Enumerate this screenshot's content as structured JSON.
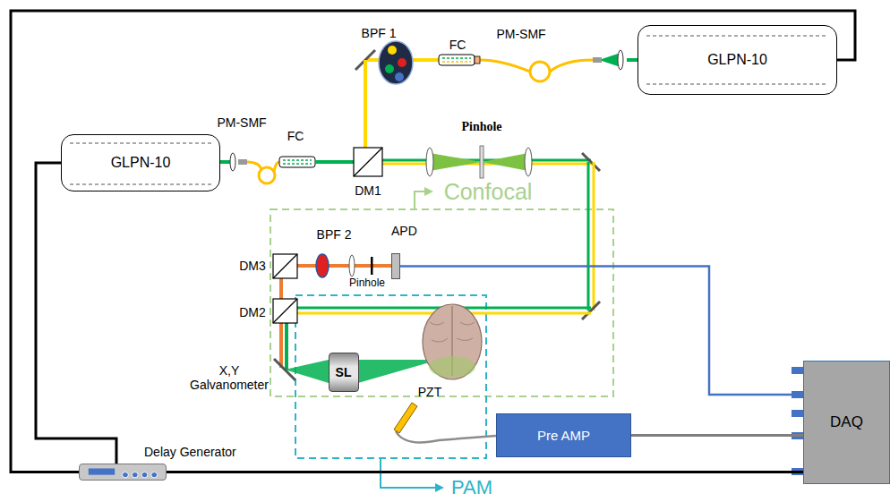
{
  "diagram": {
    "nodes": [
      {
        "text": [
          "GLPN-10"
        ]
      },
      {
        "text": [
          "GLPN-10"
        ]
      },
      {
        "text": [
          "APD"
        ]
      },
      {
        "text": [
          "SL"
        ]
      },
      {
        "text": [
          "Delay Generator"
        ]
      },
      {
        "text": [
          "Pre AMP"
        ]
      },
      {
        "text": [
          "DAQ"
        ]
      }
    ],
    "edges": [
      {
        "from": 4,
        "to": 1,
        "arrow": "none"
      },
      {
        "from": 4,
        "to": 0,
        "arrow": "none"
      },
      {
        "from": 4,
        "to": 6,
        "arrow": "none"
      },
      {
        "from": 2,
        "to": 6,
        "arrow": "none"
      },
      {
        "from": 5,
        "to": 6,
        "arrow": "none"
      }
    ],
    "labels": [
      "BPF 1",
      "FC",
      "PM-SMF",
      "PM-SMF",
      "FC",
      "DM1",
      "Pinhole",
      "Confocal",
      "DM3",
      "BPF 2",
      "Pinhole",
      "DM2",
      "X,Y Galvanometer",
      "PZT",
      "PAM"
    ]
  }
}
